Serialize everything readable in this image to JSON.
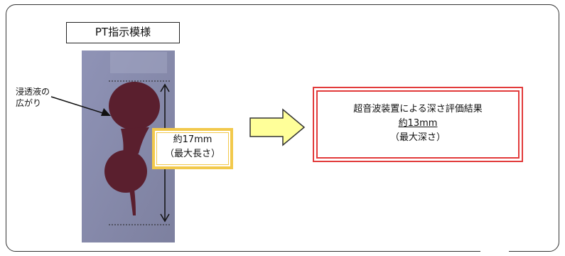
{
  "pt_label": "PT指示模様",
  "spread_label": {
    "line1": "浸透液の",
    "line2": "広がり"
  },
  "length_box": {
    "line1": "約17mm",
    "line2": "（最大長さ）"
  },
  "result_box": {
    "title": "超音波装置による深さ評価結果",
    "value": "約13mm",
    "note": "（最大深さ）"
  },
  "colors": {
    "length_box_border": "#f2c94c",
    "result_box_border": "#e23b3b",
    "arrow_fill": "#ffff99",
    "photo_background": "#8c8fb2",
    "stain": "#5a1f2e"
  }
}
